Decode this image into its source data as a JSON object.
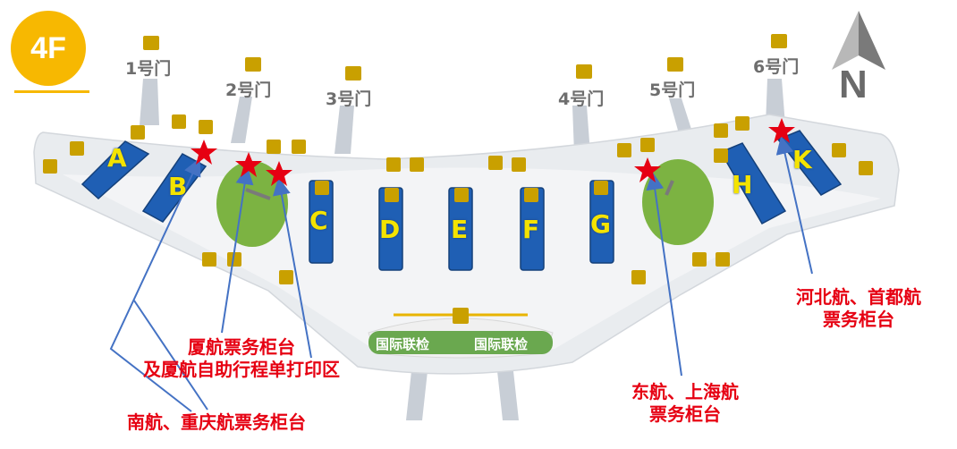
{
  "floor": "4F",
  "north": "N",
  "gates": [
    {
      "label": "1号门"
    },
    {
      "label": "2号门"
    },
    {
      "label": "3号门"
    },
    {
      "label": "4号门"
    },
    {
      "label": "5号门"
    },
    {
      "label": "6号门"
    }
  ],
  "counters": [
    "A",
    "B",
    "C",
    "D",
    "E",
    "F",
    "G",
    "H",
    "K"
  ],
  "immigration": {
    "left": "国际联检",
    "right": "国际联检"
  },
  "callouts": {
    "xiamen_line1": "厦航票务柜台",
    "xiamen_line2": "及厦航自助行程单打印区",
    "southern": "南航、重庆航票务柜台",
    "eastern_line1": "东航、上海航",
    "eastern_line2": "票务柜台",
    "hebei_line1": "河北航、首都航",
    "hebei_line2": "票务柜台"
  },
  "colors": {
    "floor_badge": "#f7b801",
    "counter_fill": "#1f5fb4",
    "garden": "#7cb342",
    "callout_text": "#e60012",
    "arrow": "#4472c4",
    "star": "#e60012"
  }
}
